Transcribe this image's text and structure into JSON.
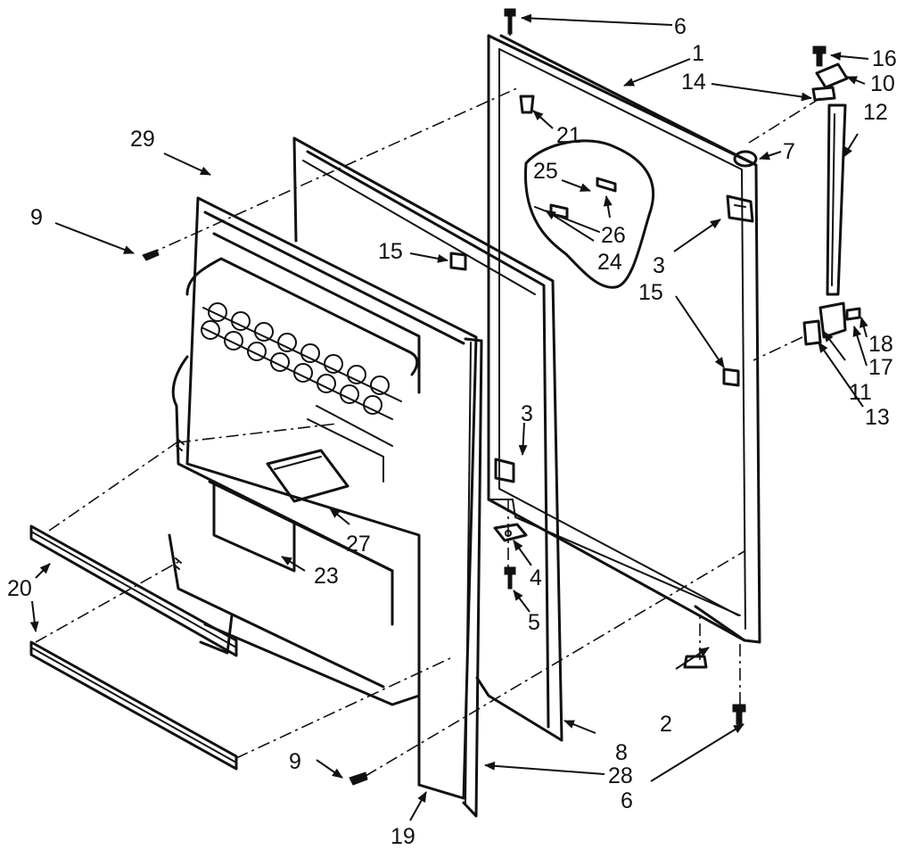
{
  "labels": {
    "l1": "1",
    "l2": "2",
    "l3a": "3",
    "l3b": "3",
    "l4": "4",
    "l5": "5",
    "l6a": "6",
    "l6b": "6",
    "l7": "7",
    "l8": "8",
    "l9a": "9",
    "l9b": "9",
    "l10": "10",
    "l11": "11",
    "l12": "12",
    "l13": "13",
    "l14": "14",
    "l15a": "15",
    "l15b": "15",
    "l16": "16",
    "l17": "17",
    "l18": "18",
    "l19": "19",
    "l20": "20",
    "l21": "21",
    "l23": "23",
    "l24": "24",
    "l25": "25",
    "l26": "26",
    "l27": "27",
    "l28": "28",
    "l29": "29"
  }
}
